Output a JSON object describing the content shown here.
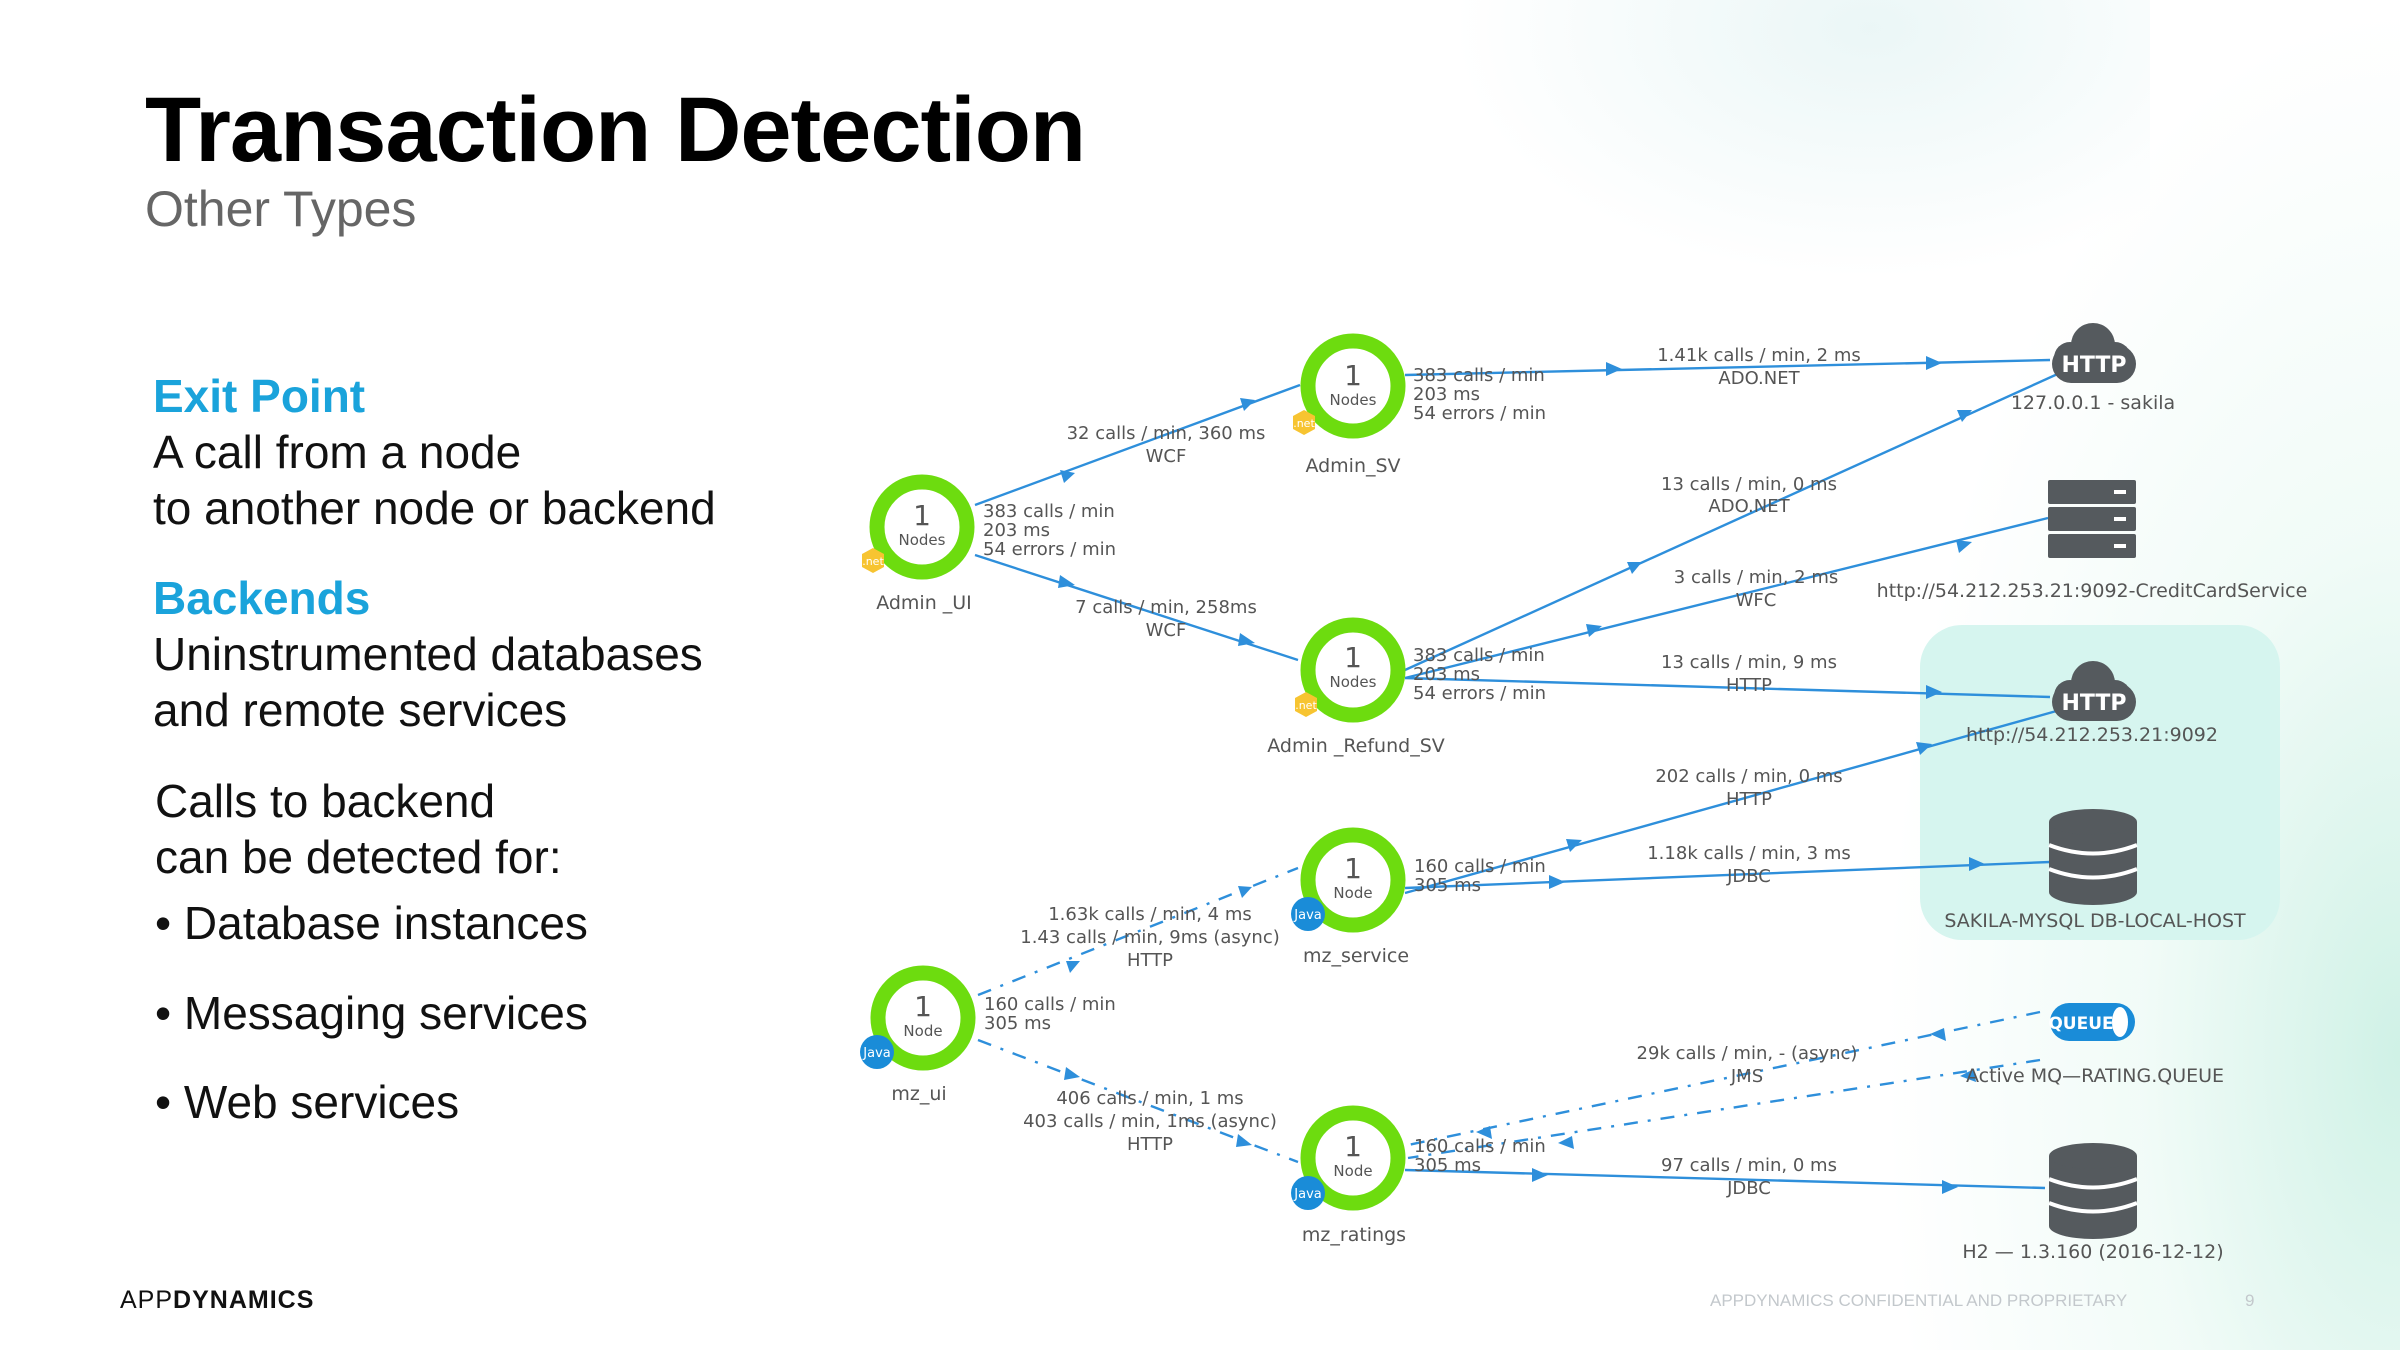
{
  "title": "Transaction Detection",
  "subtitle": "Other Types",
  "left": {
    "exit_heading": "Exit Point",
    "exit_line1": "A call from a node",
    "exit_line2": "to another node or backend",
    "backends_heading": "Backends",
    "backends_line1": "Uninstrumented databases",
    "backends_line2": "and remote services",
    "calls_line1": "Calls to backend",
    "calls_line2": "can be detected for:",
    "bullets": [
      "• Database instances",
      "• Messaging services",
      "• Web services"
    ]
  },
  "colors": {
    "accent": "#1aa3db",
    "node_ring": "#6ddc0f",
    "edge": "#2e8fdb",
    "backend_icon": "#555a5e",
    "highlight": "#d6f5ef"
  },
  "nodes": {
    "admin_ui": {
      "count": "1",
      "unit": "Nodes",
      "badge": ".net",
      "name": "Admin _UI",
      "stats": [
        "383 calls / min",
        "203 ms",
        "54 errors / min"
      ]
    },
    "admin_sv": {
      "count": "1",
      "unit": "Nodes",
      "badge": ".net",
      "name": "Admin_SV",
      "stats": [
        "383 calls / min",
        "203 ms",
        "54 errors / min"
      ]
    },
    "admin_refund": {
      "count": "1",
      "unit": "Nodes",
      "badge": ".net",
      "name": "Admin _Refund_SV",
      "stats": [
        "383 calls / min",
        "203 ms",
        "54 errors / min"
      ]
    },
    "mz_ui": {
      "count": "1",
      "unit": "Node",
      "badge": "Java",
      "name": "mz_ui",
      "stats": [
        "160 calls / min",
        "305 ms"
      ]
    },
    "mz_service": {
      "count": "1",
      "unit": "Node",
      "badge": "Java",
      "name": "mz_service",
      "stats": [
        "160 calls / min",
        "305 ms"
      ]
    },
    "mz_ratings": {
      "count": "1",
      "unit": "Node",
      "badge": "Java",
      "name": "mz_ratings",
      "stats": [
        "160 calls / min",
        "305 ms"
      ]
    }
  },
  "backends": {
    "sakila_http": {
      "icon": "http-cloud-icon",
      "label": "HTTP",
      "name": "127.0.0.1 - sakila"
    },
    "credit_card": {
      "icon": "server-icon",
      "name": "http://54.212.253.21:9092-CreditCardService"
    },
    "http_9092": {
      "icon": "http-cloud-icon",
      "label": "HTTP",
      "name": "http://54.212.253.21:9092"
    },
    "sakila_mysql": {
      "icon": "database-icon",
      "name": "SAKILA-MYSQL DB-LOCAL-HOST"
    },
    "queue": {
      "icon": "queue-icon",
      "label": "QUEUE",
      "name": "Active MQ—RATING.QUEUE"
    },
    "h2": {
      "icon": "database-icon",
      "name": "H2 — 1.3.160 (2016-12-12)"
    }
  },
  "edges": {
    "ui_to_sv": [
      "32 calls / min, 360 ms",
      "WCF"
    ],
    "ui_to_refund": [
      "7 calls / min, 258ms",
      "WCF"
    ],
    "sv_to_sakila": [
      "1.41k calls / min, 2 ms",
      "ADO.NET"
    ],
    "refund_to_sakila": [
      "13 calls / min, 0 ms",
      "ADO.NET"
    ],
    "refund_to_credit": [
      "3 calls / min, 2 ms",
      "WFC"
    ],
    "refund_to_http": [
      "13 calls / min, 9 ms",
      "HTTP"
    ],
    "mzservice_to_http": [
      "202 calls / min, 0 ms",
      "HTTP"
    ],
    "mzservice_to_mysql": [
      "1.18k calls / min, 3 ms",
      "JDBC"
    ],
    "mzui_to_mzservice": [
      "1.63k calls / min, 4 ms",
      "1.43 calls / min, 9ms (async)",
      "HTTP"
    ],
    "mzui_to_mzratings": [
      "406 calls / min, 1 ms",
      "403 calls / min, 1ms (async)",
      "HTTP"
    ],
    "queue_to_mzratings": [
      "29k calls / min, - (async)",
      "JMS"
    ],
    "mzratings_to_h2": [
      "97 calls / min, 0 ms",
      "JDBC"
    ]
  },
  "footer": {
    "logo_app": "APP",
    "logo_dynamics": "DYNAMICS",
    "confidential": "APPDYNAMICS CONFIDENTIAL AND PROPRIETARY",
    "page": "9"
  }
}
